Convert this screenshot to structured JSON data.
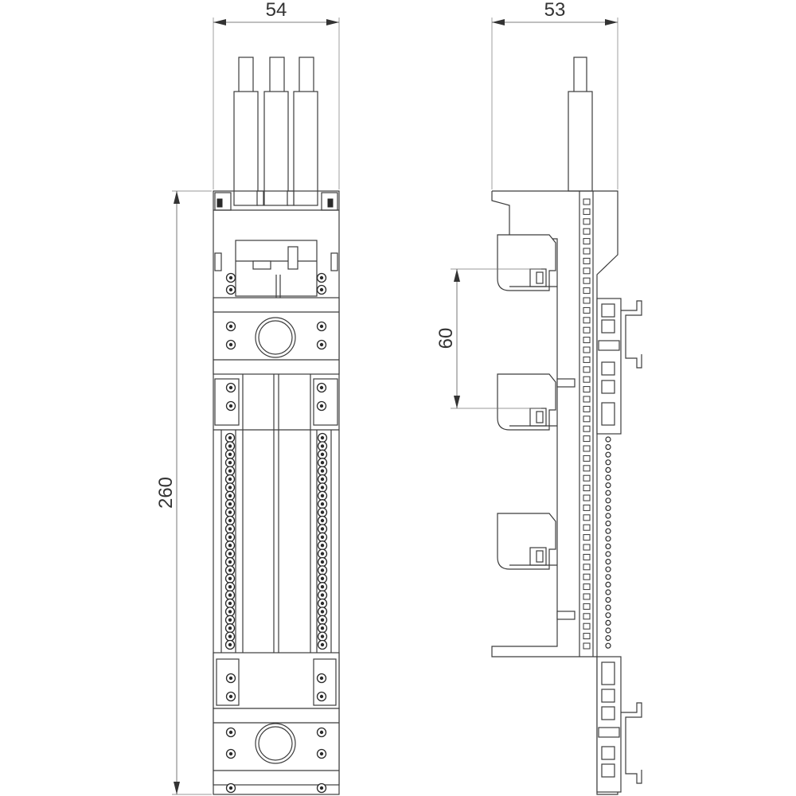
{
  "dimensions": {
    "front_width": "54",
    "side_depth": "53",
    "front_height": "260",
    "pitch": "60"
  },
  "colors": {
    "line": "#3c3c3c",
    "dimension": "#555555",
    "background": "#ffffff"
  }
}
